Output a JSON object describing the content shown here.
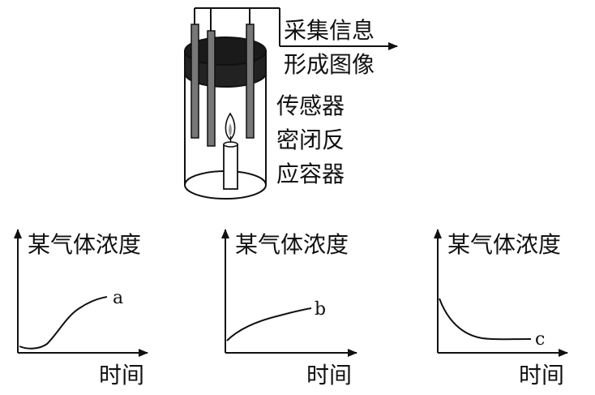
{
  "apparatus": {
    "label_collect": "采集信息",
    "label_image": "形成图像",
    "label_sensor": "传感器",
    "label_vessel_1": "密闭反",
    "label_vessel_2": "应容器"
  },
  "graphs": [
    {
      "y_label": "某气体浓度",
      "x_label": "时间",
      "curve_label": "a"
    },
    {
      "y_label": "某气体浓度",
      "x_label": "时间",
      "curve_label": "b"
    },
    {
      "y_label": "某气体浓度",
      "x_label": "时间",
      "curve_label": "c"
    }
  ]
}
